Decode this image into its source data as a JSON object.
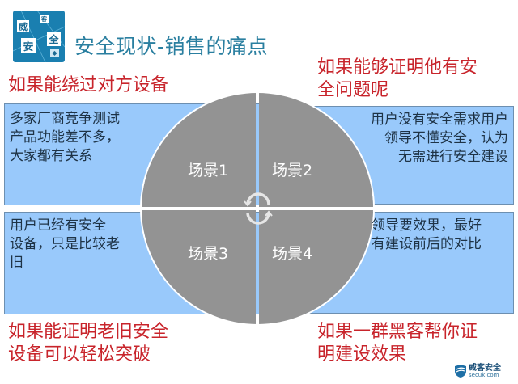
{
  "header": {
    "logo_chars": [
      "威",
      "客",
      "安",
      "全",
      "◆"
    ],
    "title": "安全现状-销售的痛点"
  },
  "scenarios": [
    {
      "label": "场景1",
      "description": [
        "多家厂商竞争测试",
        "产品功能差不多，",
        "大家都有关系"
      ],
      "solution": [
        "如果能绕过对方设备"
      ]
    },
    {
      "label": "场景2",
      "description": [
        "用户没有安全需求用户",
        "领导不懂安全，认为",
        "无需进行安全建设"
      ],
      "solution": [
        "如果能够证明他有安",
        "全问题呢"
      ]
    },
    {
      "label": "场景3",
      "description": [
        "用户已经有安全",
        "设备，只是比较老",
        "旧"
      ],
      "solution": [
        "如果能证明老旧安全",
        "设备可以轻松突破"
      ]
    },
    {
      "label": "场景4",
      "description": [
        "领导要效果，最好",
        "有建设前后的对比"
      ],
      "solution": [
        "如果一群黑客帮你证",
        "明建设效果"
      ]
    }
  ],
  "cycle_icon": "cycle-arrows-icon",
  "watermark": {
    "cn": "威客安全",
    "en": "secuk.com"
  },
  "colors": {
    "title": "#2a7fa0",
    "red_text": "#c8242b",
    "box_fill": "#99c9fb",
    "circle": "#939393",
    "logo_bg": "#1a7fb0"
  }
}
